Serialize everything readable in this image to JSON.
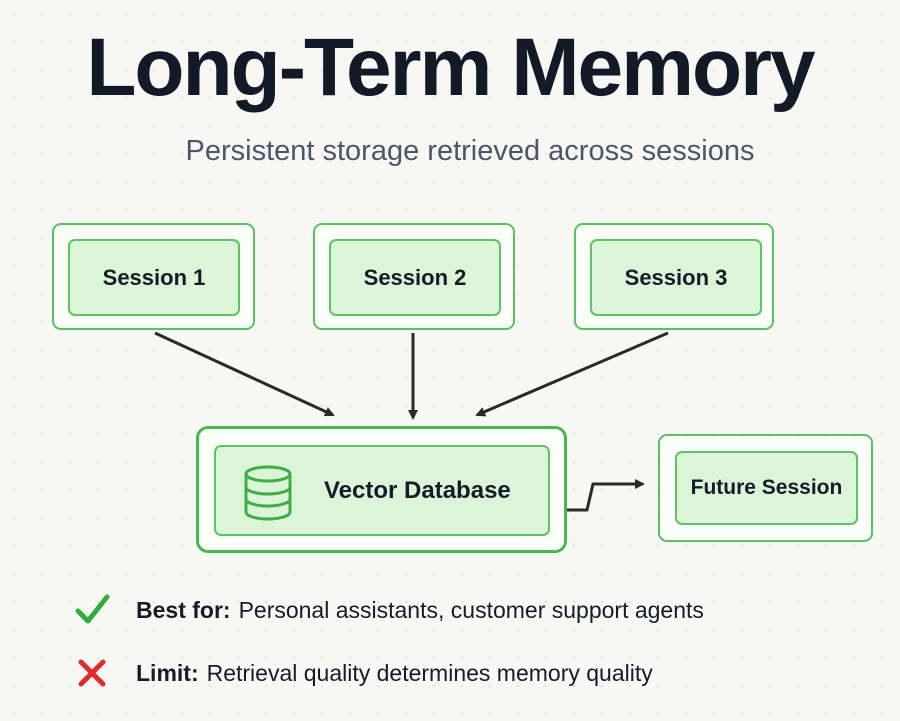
{
  "title": "Long-Term Memory",
  "subtitle": "Persistent storage retrieved across sessions",
  "sessions": [
    {
      "label": "Session 1"
    },
    {
      "label": "Session 2"
    },
    {
      "label": "Session 3"
    }
  ],
  "database": {
    "label": "Vector Database",
    "icon": "database-icon"
  },
  "future_session": {
    "label": "Future Session"
  },
  "notes": {
    "best": {
      "icon": "checkmark-icon",
      "label": "Best for:",
      "text": "Personal assistants, customer support agents"
    },
    "limit": {
      "icon": "x-mark-icon",
      "label": "Limit:",
      "text": "Retrieval quality determines memory quality"
    }
  },
  "colors": {
    "box_border": "#58c25e",
    "box_fill": "#dcf5d9",
    "arrow": "#2a2a2a",
    "check": "#2fae3a",
    "cross": "#e02b2b"
  }
}
